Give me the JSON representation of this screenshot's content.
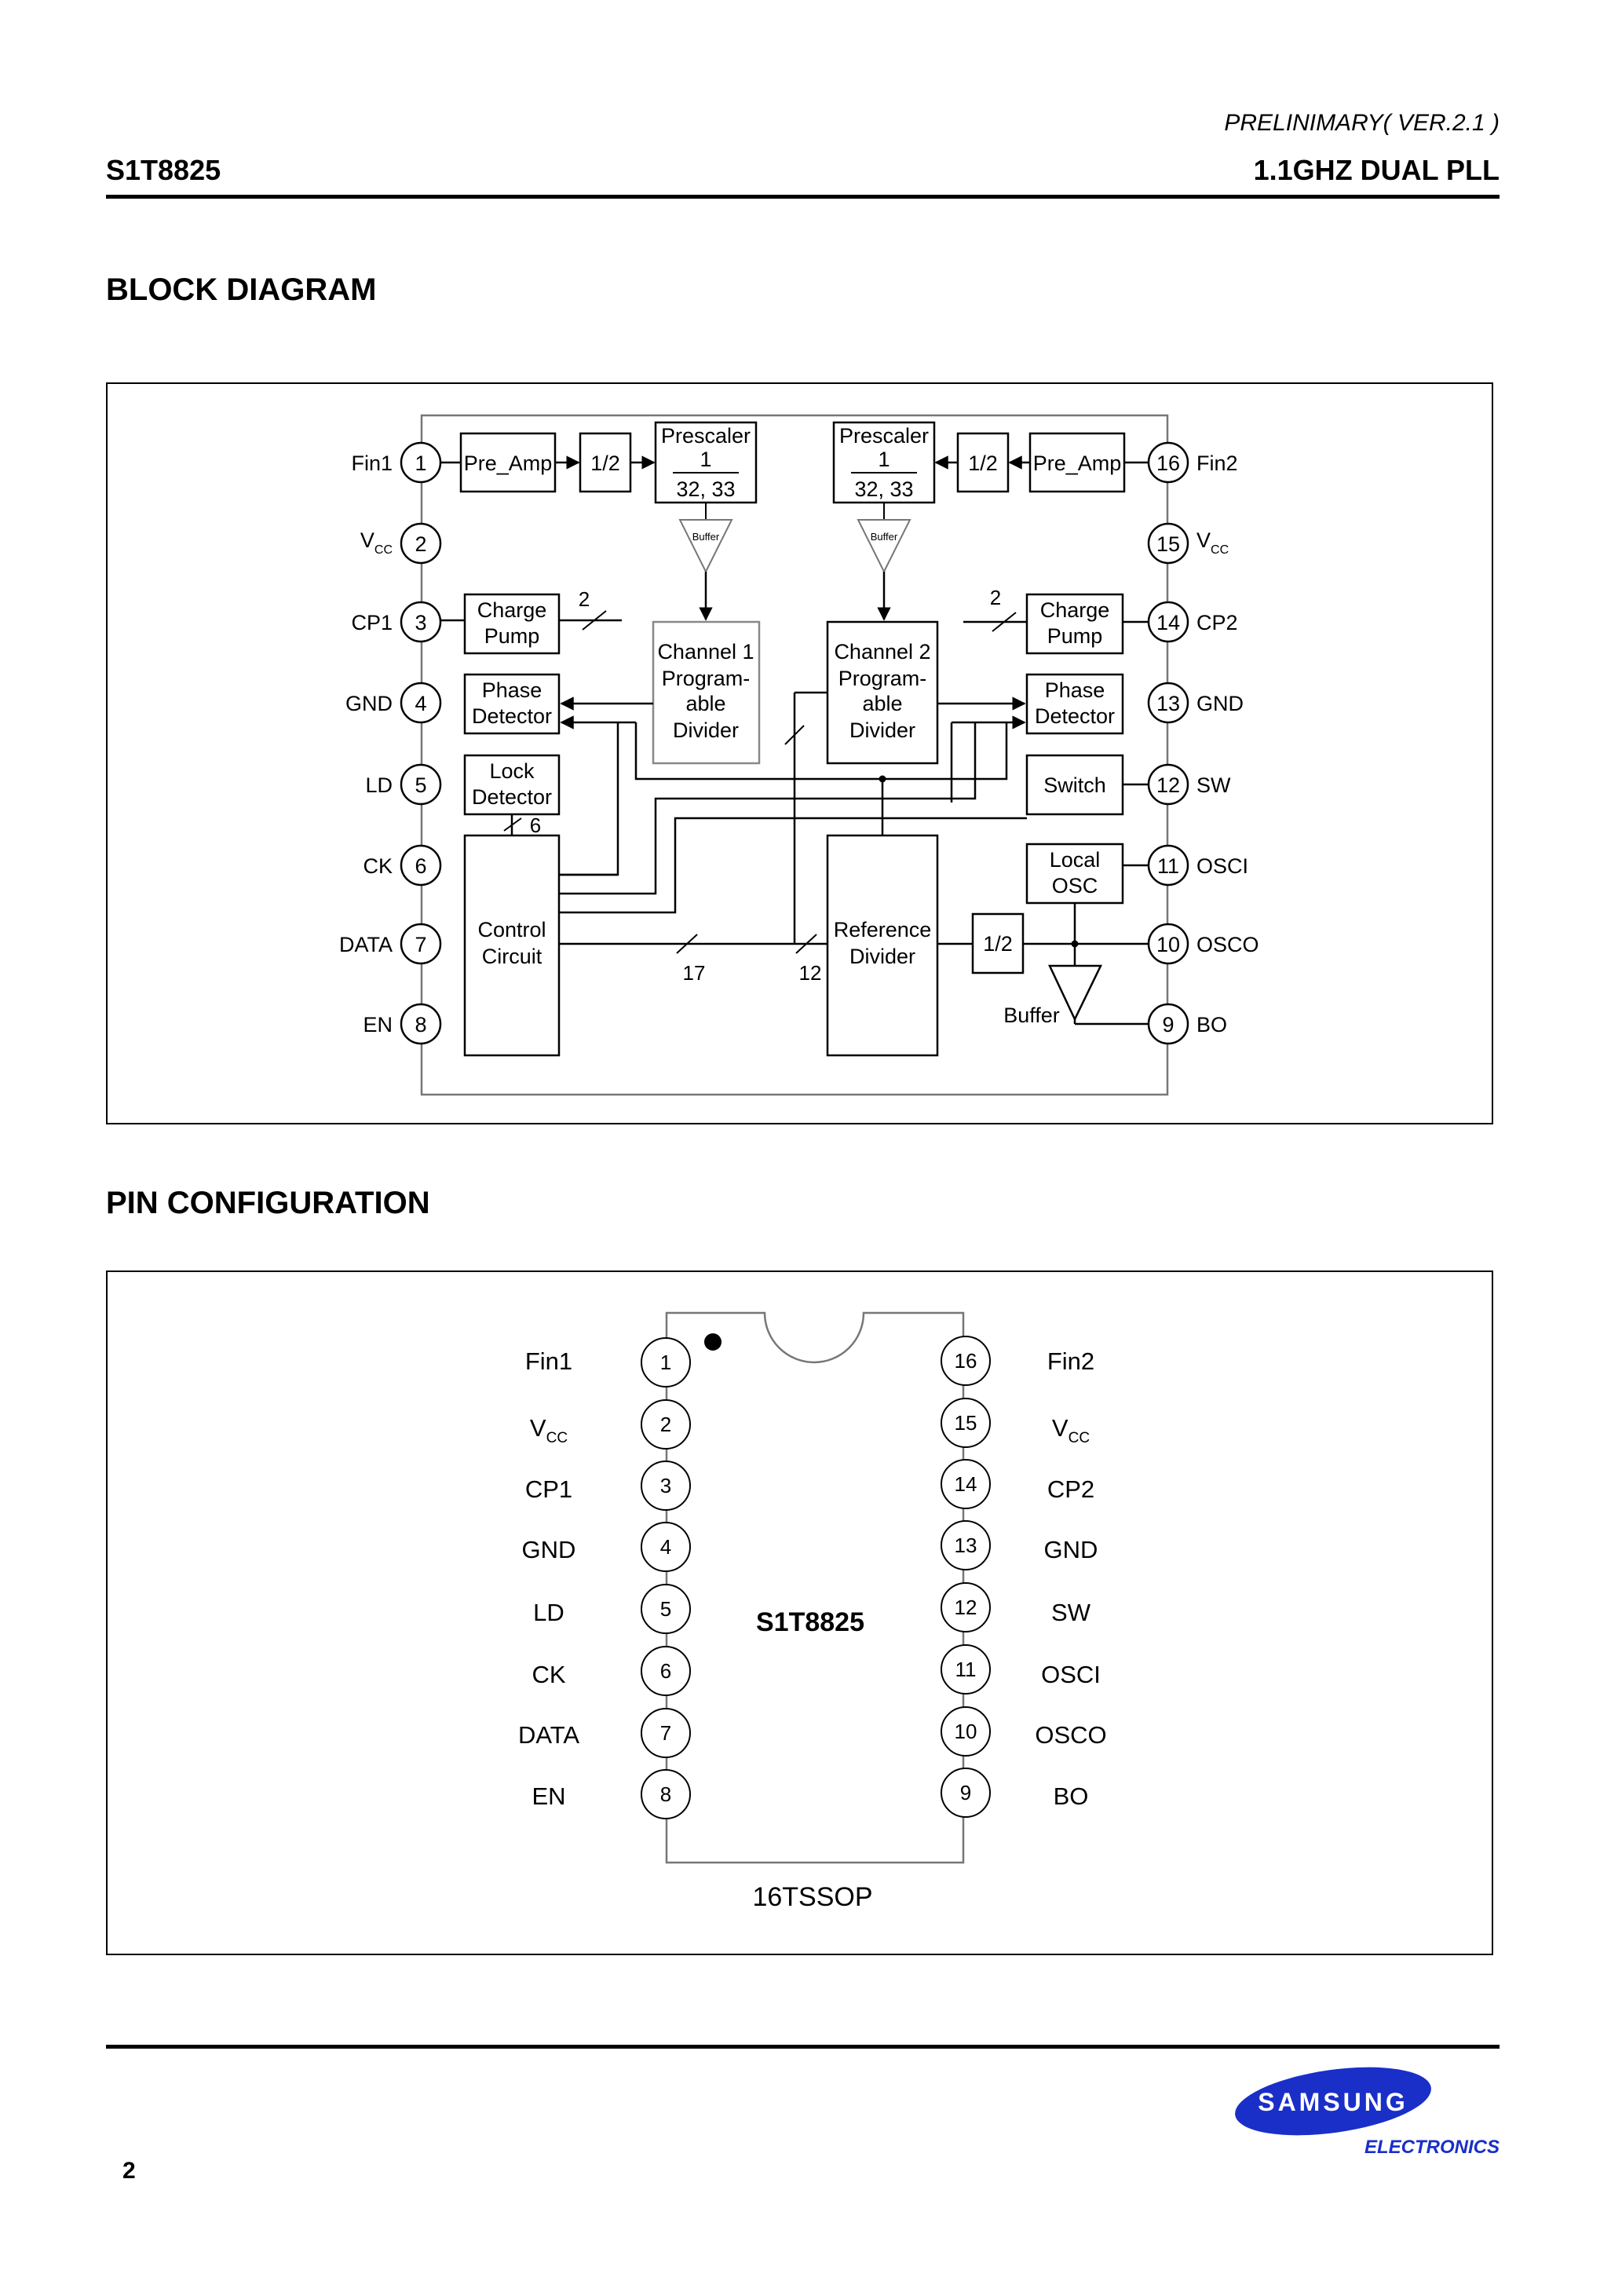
{
  "header": {
    "preliminary": "PRELINIMARY( VER.2.1 )",
    "part_number": "S1T8825",
    "product": "1.1GHZ DUAL PLL"
  },
  "sections": {
    "block_diagram": "BLOCK DIAGRAM",
    "pin_configuration": "PIN CONFIGURATION"
  },
  "block_diagram": {
    "left_pins": [
      {
        "num": "1",
        "name": "Fin1"
      },
      {
        "num": "2",
        "name": "V",
        "sub": "CC"
      },
      {
        "num": "3",
        "name": "CP1"
      },
      {
        "num": "4",
        "name": "GND"
      },
      {
        "num": "5",
        "name": "LD"
      },
      {
        "num": "6",
        "name": "CK"
      },
      {
        "num": "7",
        "name": "DATA"
      },
      {
        "num": "8",
        "name": "EN"
      }
    ],
    "right_pins": [
      {
        "num": "16",
        "name": "Fin2"
      },
      {
        "num": "15",
        "name": "V",
        "sub": "CC"
      },
      {
        "num": "14",
        "name": "CP2"
      },
      {
        "num": "13",
        "name": "GND"
      },
      {
        "num": "12",
        "name": "SW"
      },
      {
        "num": "11",
        "name": "OSCI"
      },
      {
        "num": "10",
        "name": "OSCO"
      },
      {
        "num": "9",
        "name": "BO"
      }
    ],
    "blocks": {
      "pre_amp": "Pre_Amp",
      "half": "1/2",
      "prescaler": [
        "Prescaler",
        "1",
        "32, 33"
      ],
      "buffer_small": "Buffer",
      "charge_pump": [
        "Charge",
        "Pump"
      ],
      "phase_detector": [
        "Phase",
        "Detector"
      ],
      "lock_detector": [
        "Lock",
        "Detector"
      ],
      "control_circuit": [
        "Control",
        "Circuit"
      ],
      "channel1": [
        "Channel 1",
        "Program-",
        "able",
        "Divider"
      ],
      "channel2": [
        "Channel 2",
        "Program-",
        "able",
        "Divider"
      ],
      "reference_divider": [
        "Reference",
        "Divider"
      ],
      "switch": "Switch",
      "local_osc": [
        "Local",
        "OSC"
      ],
      "buffer": "Buffer"
    },
    "bus_labels": {
      "cp1": "2",
      "cp2": "2",
      "ctrl_top": "6",
      "ctrl_bus": "17",
      "ref_bus": "12"
    }
  },
  "pin_configuration": {
    "chip_label": "S1T8825",
    "package": "16TSSOP",
    "left_pins": [
      {
        "num": "1",
        "name": "Fin1"
      },
      {
        "num": "2",
        "name": "V",
        "sub": "CC"
      },
      {
        "num": "3",
        "name": "CP1"
      },
      {
        "num": "4",
        "name": "GND"
      },
      {
        "num": "5",
        "name": "LD"
      },
      {
        "num": "6",
        "name": "CK"
      },
      {
        "num": "7",
        "name": "DATA"
      },
      {
        "num": "8",
        "name": "EN"
      }
    ],
    "right_pins": [
      {
        "num": "16",
        "name": "Fin2"
      },
      {
        "num": "15",
        "name": "V",
        "sub": "CC"
      },
      {
        "num": "14",
        "name": "CP2"
      },
      {
        "num": "13",
        "name": "GND"
      },
      {
        "num": "12",
        "name": "SW"
      },
      {
        "num": "11",
        "name": "OSCI"
      },
      {
        "num": "10",
        "name": "OSCO"
      },
      {
        "num": "9",
        "name": "BO"
      }
    ]
  },
  "footer": {
    "page_number": "2",
    "logo_text": "SAMSUNG",
    "logo_subtext": "ELECTRONICS",
    "logo_color": "#1a2fc8"
  }
}
